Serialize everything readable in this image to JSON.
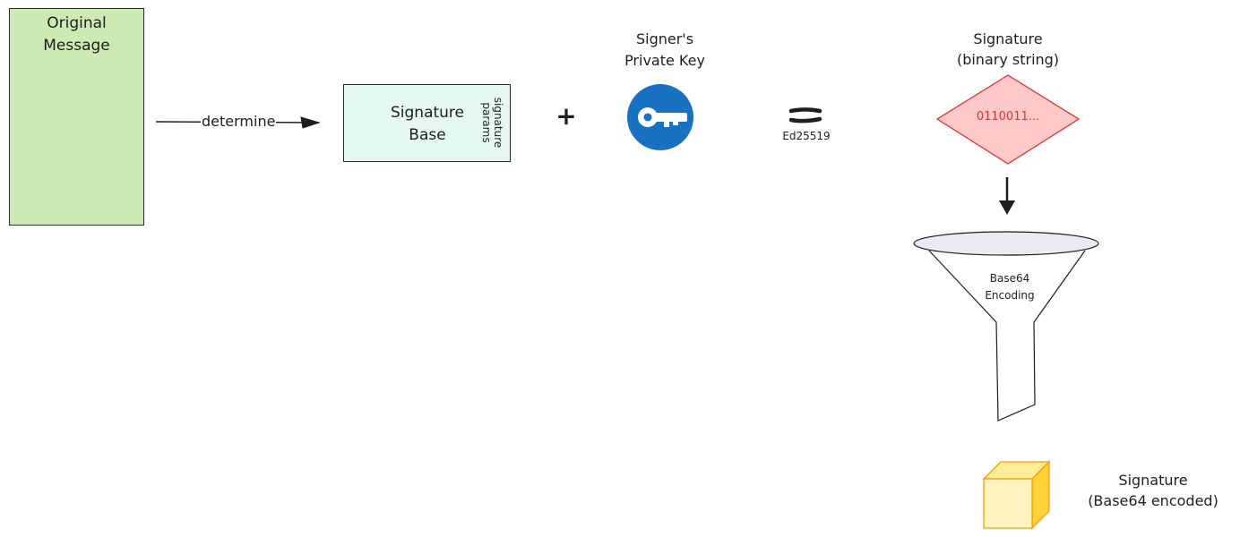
{
  "original_message": {
    "title": "Original\nMessage"
  },
  "determine_step": {
    "label": "determine"
  },
  "signature_base": {
    "title": "Signature\nBase",
    "params_label": "signature\nparams"
  },
  "operator": {
    "plus": "+"
  },
  "private_key": {
    "title": "Signer's\nPrivate Key",
    "icon": "key-icon"
  },
  "algorithm": {
    "label": "Ed25519",
    "icon": "equals-icon"
  },
  "signature_binary": {
    "title": "Signature\n(binary string)",
    "value": "0110011..."
  },
  "encoding_step": {
    "label": "Base64\nEncoding"
  },
  "signature_base64": {
    "title": "Signature\n(Base64 encoded)"
  },
  "colors": {
    "original_fill": "#cde9b4",
    "base_fill": "#e6f8f3",
    "teal_divider": "#0c8599",
    "key_blue": "#1971c2",
    "diamond_fill": "#ffc9c9",
    "diamond_stroke": "#e03131",
    "funnel_top": "#e9ecef",
    "cube_fill": "#fff3bf",
    "cube_stroke": "#f59f00"
  }
}
